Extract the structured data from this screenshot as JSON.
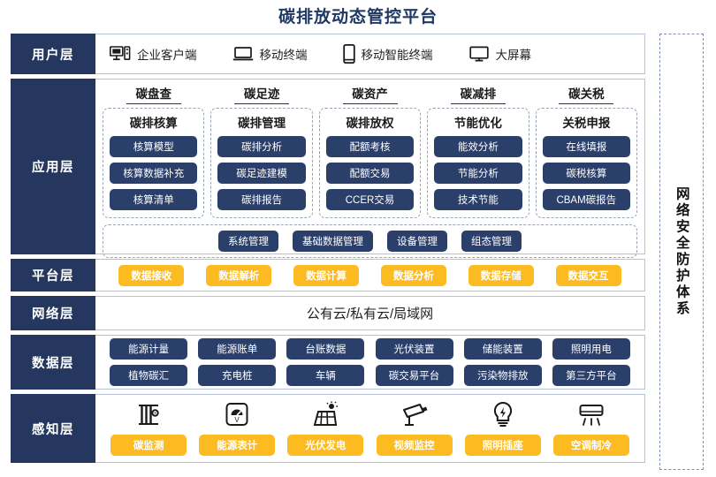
{
  "title": "碳排放动态管控平台",
  "colors": {
    "navy": "#25375e",
    "pill_navy": "#2b3f6b",
    "yellow": "#fbbb21",
    "title_blue": "#1f3864",
    "border": "#b8c2d6",
    "dashed": "#9aa3b5"
  },
  "layers": {
    "user": {
      "label": "用户层",
      "items": [
        {
          "icon": "desktop-tower-icon",
          "label": "企业客户端"
        },
        {
          "icon": "laptop-icon",
          "label": "移动终端"
        },
        {
          "icon": "smartphone-icon",
          "label": "移动智能终端"
        },
        {
          "icon": "monitor-icon",
          "label": "大屏幕"
        }
      ]
    },
    "application": {
      "label": "应用层",
      "groups": [
        {
          "head": "碳盘查",
          "sub": "碳排核算",
          "items": [
            "核算模型",
            "核算数据补充",
            "核算清单"
          ]
        },
        {
          "head": "碳足迹",
          "sub": "碳排管理",
          "items": [
            "碳排分析",
            "碳足迹建模",
            "碳排报告"
          ]
        },
        {
          "head": "碳资产",
          "sub": "碳排放权",
          "items": [
            "配额考核",
            "配额交易",
            "CCER交易"
          ]
        },
        {
          "head": "碳减排",
          "sub": "节能优化",
          "items": [
            "能效分析",
            "节能分析",
            "技术节能"
          ]
        },
        {
          "head": "碳关税",
          "sub": "关税申报",
          "items": [
            "在线填报",
            "碳税核算",
            "CBAM碳报告"
          ]
        }
      ],
      "support": [
        "系统管理",
        "基础数据管理",
        "设备管理",
        "组态管理"
      ]
    },
    "platform": {
      "label": "平台层",
      "items": [
        "数据接收",
        "数据解析",
        "数据计算",
        "数据分析",
        "数据存储",
        "数据交互"
      ]
    },
    "network": {
      "label": "网络层",
      "text": "公有云/私有云/局域网"
    },
    "data": {
      "label": "数据层",
      "row1": [
        "能源计量",
        "能源账单",
        "台账数据",
        "光伏装置",
        "储能装置",
        "照明用电"
      ],
      "row2": [
        "植物碳汇",
        "充电桩",
        "车辆",
        "碳交易平台",
        "污染物排放",
        "第三方平台"
      ]
    },
    "sensing": {
      "label": "感知层",
      "items": [
        {
          "icon": "carbon-monitor-icon",
          "label": "碳监测"
        },
        {
          "icon": "energy-meter-icon",
          "label": "能源表计"
        },
        {
          "icon": "solar-panel-icon",
          "label": "光伏发电"
        },
        {
          "icon": "cctv-camera-icon",
          "label": "视频监控"
        },
        {
          "icon": "light-bulb-icon",
          "label": "照明插座"
        },
        {
          "icon": "air-conditioner-icon",
          "label": "空调制冷"
        }
      ]
    }
  },
  "security_panel": {
    "text": "网络安全防护体系"
  }
}
